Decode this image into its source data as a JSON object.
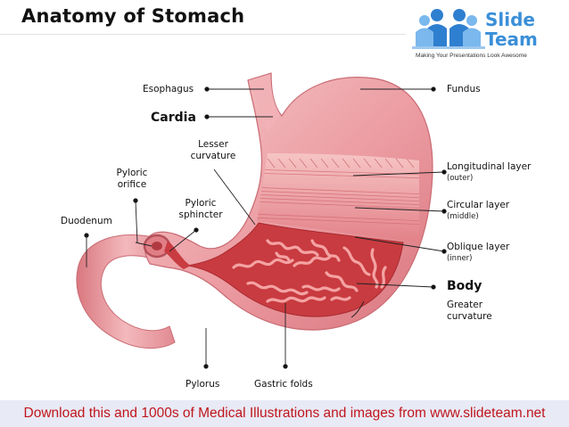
{
  "title": "Anatomy of Stomach",
  "logo": {
    "word1": "Slide",
    "word2": "Team",
    "tagline": "Making Your Presentations Look Awesome"
  },
  "labels": {
    "esophagus": "Esophagus",
    "cardia": "Cardia",
    "lesser_curvature_1": "Lesser",
    "lesser_curvature_2": "curvature",
    "pyloric_orifice_1": "Pyloric",
    "pyloric_orifice_2": "orifice",
    "pyloric_sphincter_1": "Pyloric",
    "pyloric_sphincter_2": "sphincter",
    "duodenum": "Duodenum",
    "pylorus": "Pylorus",
    "gastric_folds": "Gastric folds",
    "fundus": "Fundus",
    "longitudinal_layer": "Longitudinal layer",
    "longitudinal_sub": "(outer)",
    "circular_layer": "Circular layer",
    "circular_sub": "(middle)",
    "oblique_layer": "Oblique layer",
    "oblique_sub": "(inner)",
    "body": "Body",
    "greater_curvature_1": "Greater",
    "greater_curvature_2": "curvature"
  },
  "footer": "Download this and 1000s of Medical Illustrations and images from www.slideteam.net",
  "colors": {
    "stomach": "#e79198",
    "stomach_light": "#f4c4c6",
    "interior": "#c93c41",
    "fold": "#f5a6a6",
    "footer_text": "#c0161c",
    "footer_bg": "#e8eaf6",
    "logo_blue": "#3a8fd8"
  }
}
